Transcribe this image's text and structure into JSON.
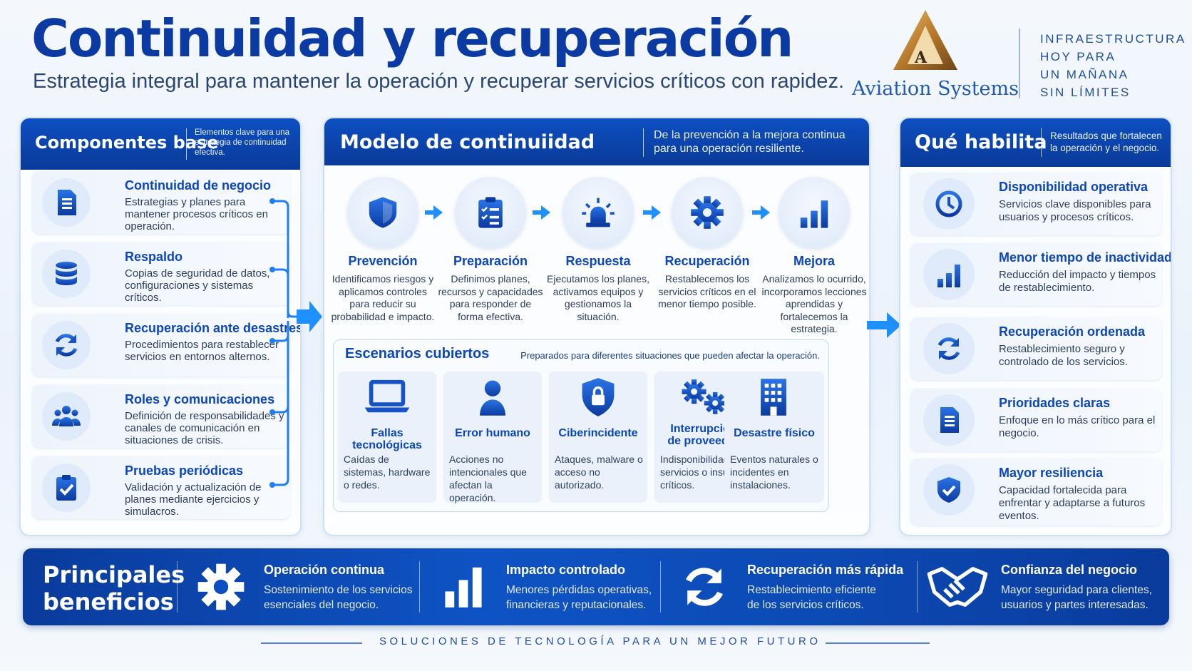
{
  "header": {
    "title": "Continuidad y recuperación",
    "subtitle": "Estrategia integral para mantener la operación y recuperar servicios críticos con rapidez.",
    "logo_letter": "A",
    "logo_name": "Aviation Systems",
    "tagline": [
      "INFRAESTRUCTURA",
      "HOY PARA",
      "UN MAÑANA",
      "SIN LÍMITES"
    ]
  },
  "left_panel": {
    "title": "Componentes base",
    "subtitle": "Elementos clave para una estrategia de continuidad efectiva.",
    "items": [
      {
        "title": "Continuidad de negocio",
        "desc": "Estrategias y planes para mantener procesos críticos en operación.",
        "icon": "document-icon"
      },
      {
        "title": "Respaldo",
        "desc": "Copias de seguridad de datos, configuraciones y sistemas críticos.",
        "icon": "database-icon"
      },
      {
        "title": "Recuperación ante desastres",
        "desc": "Procedimientos para restablecer servicios en entornos alternos.",
        "icon": "refresh-icon"
      },
      {
        "title": "Roles y comunicaciones",
        "desc": "Definición de responsabilidades y canales de comunicación en situaciones de crisis.",
        "icon": "people-icon"
      },
      {
        "title": "Pruebas periódicas",
        "desc": "Validación y actualización de planes mediante ejercicios y simulacros.",
        "icon": "clipboard-check-icon"
      }
    ]
  },
  "center_panel": {
    "title": "Modelo de continuiidad",
    "subtitle": "De la prevención a la mejora continua para una operación resiliente.",
    "steps": [
      {
        "title": "Prevención",
        "desc": "Identificamos riesgos y aplicamos controles para reducir su probabilidad e impacto.",
        "icon": "shield-icon"
      },
      {
        "title": "Preparación",
        "desc": "Definimos planes, recursos y capacidades para responder de forma efectiva.",
        "icon": "checklist-icon"
      },
      {
        "title": "Respuesta",
        "desc": "Ejecutamos los planes, activamos equipos y gestionamos la situación.",
        "icon": "alarm-icon"
      },
      {
        "title": "Recuperación",
        "desc": "Restablecemos los servicios críticos en el menor tiempo posible.",
        "icon": "gear-icon"
      },
      {
        "title": "Mejora",
        "desc": "Analizamos lo ocurrido, incorporamos lecciones aprendidas y fortalecemos la estrategia.",
        "icon": "bar-chart-icon"
      }
    ],
    "scenarios": {
      "title": "Escenarios cubiertos",
      "subtitle": "Preparados para diferentes situaciones que pueden afectar la operación.",
      "cards": [
        {
          "title": "Fallas tecnológicas",
          "desc": "Caídas de sistemas, hardware o redes.",
          "icon": "laptop-icon"
        },
        {
          "title": "Error humano",
          "desc": "Acciones no intencionales que afectan la operación.",
          "icon": "person-icon"
        },
        {
          "title": "Ciberincidente",
          "desc": "Ataques, malware o acceso no autorizado.",
          "icon": "shield-lock-icon"
        },
        {
          "title": "Interrupción de proveedor",
          "desc": "Indisponibilidad de servicios o insumos críticos.",
          "icon": "gears-icon"
        },
        {
          "title": "Desastre físico",
          "desc": "Eventos naturales o incidentes en instalaciones.",
          "icon": "building-icon"
        }
      ]
    }
  },
  "right_panel": {
    "title": "Qué habilita",
    "subtitle": "Resultados que fortalecen la operación y el negocio.",
    "items": [
      {
        "title": "Disponibilidad operativa",
        "desc": "Servicios clave disponibles para usuarios y procesos críticos.",
        "icon": "clock-icon"
      },
      {
        "title": "Menor tiempo de inactividad",
        "desc": "Reducción del impacto y tiempos de restablecimiento.",
        "icon": "bar-chart-icon"
      },
      {
        "title": "Recuperación ordenada",
        "desc": "Restablecimiento seguro y controlado de los servicios.",
        "icon": "refresh-icon"
      },
      {
        "title": "Prioridades claras",
        "desc": "Enfoque en lo más crítico para el negocio.",
        "icon": "document-icon"
      },
      {
        "title": "Mayor resiliencia",
        "desc": "Capacidad fortalecida para enfrentar y adaptarse a futuros eventos.",
        "icon": "shield-check-icon"
      }
    ]
  },
  "benefits": {
    "title_line1": "Principales",
    "title_line2": "beneficios",
    "items": [
      {
        "title": "Operación continua",
        "line1": "Sostenimiento de los servicios",
        "line2": "esenciales del negocio.",
        "icon": "gear-icon"
      },
      {
        "title": "Impacto controlado",
        "line1": "Menores pérdidas operativas,",
        "line2": "financieras y reputacionales.",
        "icon": "bar-chart-icon"
      },
      {
        "title": "Recuperación más rápida",
        "line1": "Restablecimiento eficiente",
        "line2": "de los servicios críticos.",
        "icon": "refresh-icon"
      },
      {
        "title": "Confianza del negocio",
        "line1": "Mayor seguridad para clientes,",
        "line2": "usuarios y partes interesadas.",
        "icon": "handshake-icon"
      }
    ]
  },
  "footer": "SOLUCIONES DE TECNOLOGÍA PARA UN MEJOR FUTURO",
  "colors": {
    "primary": "#0c46b8",
    "header_bar": "#0a3a98",
    "icon_blue": "#1553c7",
    "text": "#2d3f5e"
  }
}
